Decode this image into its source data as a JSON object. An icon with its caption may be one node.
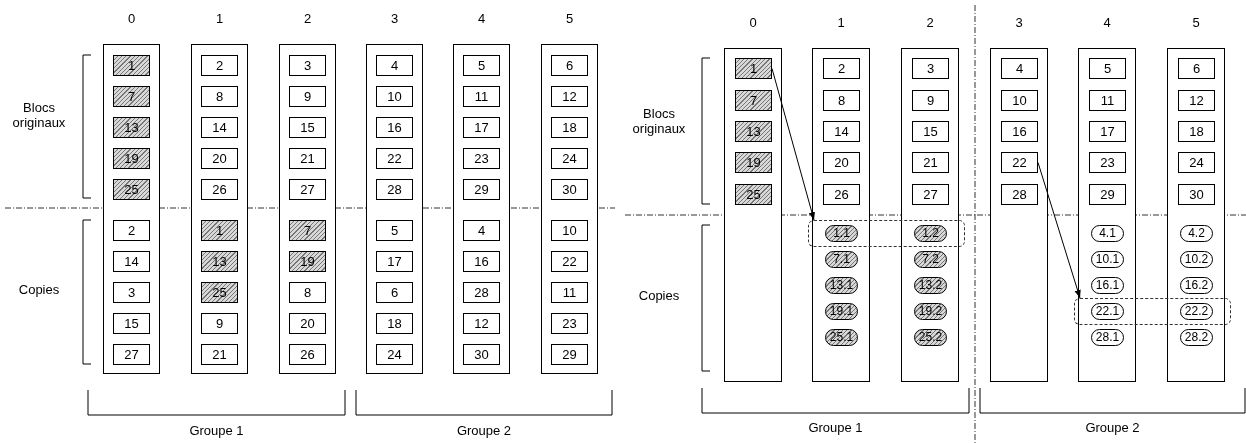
{
  "diagram": {
    "nodes": [
      {
        "text": [
          "0"
        ]
      },
      {
        "text": [
          "1"
        ],
        "in": 0
      },
      {
        "text": [
          "7"
        ],
        "in": 0
      },
      {
        "text": [
          "13"
        ],
        "in": 0
      },
      {
        "text": [
          "19"
        ],
        "in": 0
      },
      {
        "text": [
          "25"
        ],
        "in": 0
      },
      {
        "text": [
          "2"
        ],
        "in": 0
      },
      {
        "text": [
          "14"
        ],
        "in": 0
      },
      {
        "text": [
          "3"
        ],
        "in": 0
      },
      {
        "text": [
          "15"
        ],
        "in": 0
      },
      {
        "text": [
          "27"
        ],
        "in": 0
      },
      {
        "text": [
          "1"
        ]
      },
      {
        "text": [
          "2"
        ],
        "in": 11
      },
      {
        "text": [
          "8"
        ],
        "in": 11
      },
      {
        "text": [
          "14"
        ],
        "in": 11
      },
      {
        "text": [
          "20"
        ],
        "in": 11
      },
      {
        "text": [
          "26"
        ],
        "in": 11
      },
      {
        "text": [
          "1"
        ],
        "in": 11
      },
      {
        "text": [
          "13"
        ],
        "in": 11
      },
      {
        "text": [
          "25"
        ],
        "in": 11
      },
      {
        "text": [
          "9"
        ],
        "in": 11
      },
      {
        "text": [
          "21"
        ],
        "in": 11
      },
      {
        "text": [
          "2"
        ]
      },
      {
        "text": [
          "3"
        ],
        "in": 22
      },
      {
        "text": [
          "9"
        ],
        "in": 22
      },
      {
        "text": [
          "15"
        ],
        "in": 22
      },
      {
        "text": [
          "21"
        ],
        "in": 22
      },
      {
        "text": [
          "27"
        ],
        "in": 22
      },
      {
        "text": [
          "7"
        ],
        "in": 22
      },
      {
        "text": [
          "19"
        ],
        "in": 22
      },
      {
        "text": [
          "8"
        ],
        "in": 22
      },
      {
        "text": [
          "20"
        ],
        "in": 22
      },
      {
        "text": [
          "26"
        ],
        "in": 22
      },
      {
        "text": [
          "3"
        ]
      },
      {
        "text": [
          "4"
        ],
        "in": 33
      },
      {
        "text": [
          "10"
        ],
        "in": 33
      },
      {
        "text": [
          "16"
        ],
        "in": 33
      },
      {
        "text": [
          "22"
        ],
        "in": 33
      },
      {
        "text": [
          "28"
        ],
        "in": 33
      },
      {
        "text": [
          "5"
        ],
        "in": 33
      },
      {
        "text": [
          "17"
        ],
        "in": 33
      },
      {
        "text": [
          "6"
        ],
        "in": 33
      },
      {
        "text": [
          "18"
        ],
        "in": 33
      },
      {
        "text": [
          "24"
        ],
        "in": 33
      },
      {
        "text": [
          "4"
        ]
      },
      {
        "text": [
          "5"
        ],
        "in": 44
      },
      {
        "text": [
          "11"
        ],
        "in": 44
      },
      {
        "text": [
          "17"
        ],
        "in": 44
      },
      {
        "text": [
          "23"
        ],
        "in": 44
      },
      {
        "text": [
          "29"
        ],
        "in": 44
      },
      {
        "text": [
          "4"
        ],
        "in": 44
      },
      {
        "text": [
          "16"
        ],
        "in": 44
      },
      {
        "text": [
          "28"
        ],
        "in": 44
      },
      {
        "text": [
          "12"
        ],
        "in": 44
      },
      {
        "text": [
          "30"
        ],
        "in": 44
      },
      {
        "text": [
          "5"
        ]
      },
      {
        "text": [
          "6"
        ],
        "in": 55
      },
      {
        "text": [
          "12"
        ],
        "in": 55
      },
      {
        "text": [
          "18"
        ],
        "in": 55
      },
      {
        "text": [
          "24"
        ],
        "in": 55
      },
      {
        "text": [
          "30"
        ],
        "in": 55
      },
      {
        "text": [
          "10"
        ],
        "in": 55
      },
      {
        "text": [
          "22"
        ],
        "in": 55
      },
      {
        "text": [
          "11"
        ],
        "in": 55
      },
      {
        "text": [
          "23"
        ],
        "in": 55
      },
      {
        "text": [
          "29"
        ],
        "in": 55
      },
      {
        "text": [
          "0"
        ]
      },
      {
        "text": [
          "1"
        ],
        "in": 66
      },
      {
        "text": [
          "7"
        ],
        "in": 66
      },
      {
        "text": [
          "13"
        ],
        "in": 66
      },
      {
        "text": [
          "19"
        ],
        "in": 66
      },
      {
        "text": [
          "25"
        ],
        "in": 66
      },
      {
        "text": [
          "1"
        ]
      },
      {
        "text": [
          "2"
        ],
        "in": 72
      },
      {
        "text": [
          "8"
        ],
        "in": 72
      },
      {
        "text": [
          "14"
        ],
        "in": 72
      },
      {
        "text": [
          "20"
        ],
        "in": 72
      },
      {
        "text": [
          "26"
        ],
        "in": 72
      },
      {
        "text": [
          "1.1"
        ]
      },
      {
        "text": [
          "7.1"
        ],
        "in": 72
      },
      {
        "text": [
          "13.1"
        ],
        "in": 72
      },
      {
        "text": [
          "19.1"
        ],
        "in": 72
      },
      {
        "text": [
          "25.1"
        ],
        "in": 72
      },
      {
        "text": [
          "2"
        ]
      },
      {
        "text": [
          "3"
        ],
        "in": 83
      },
      {
        "text": [
          "9"
        ],
        "in": 83
      },
      {
        "text": [
          "15"
        ],
        "in": 83
      },
      {
        "text": [
          "21"
        ],
        "in": 83
      },
      {
        "text": [
          "27"
        ],
        "in": 83
      },
      {
        "text": [
          "1.2"
        ]
      },
      {
        "text": [
          "7.2"
        ],
        "in": 83
      },
      {
        "text": [
          "13.2"
        ],
        "in": 83
      },
      {
        "text": [
          "19.2"
        ],
        "in": 83
      },
      {
        "text": [
          "25.2"
        ],
        "in": 83
      },
      {
        "text": [
          "3"
        ]
      },
      {
        "text": [
          "4"
        ],
        "in": 94
      },
      {
        "text": [
          "10"
        ],
        "in": 94
      },
      {
        "text": [
          "16"
        ],
        "in": 94
      },
      {
        "text": [
          "22"
        ],
        "in": 94
      },
      {
        "text": [
          "28"
        ],
        "in": 94
      },
      {
        "text": [
          "4"
        ]
      },
      {
        "text": [
          "5"
        ],
        "in": 100
      },
      {
        "text": [
          "11"
        ],
        "in": 100
      },
      {
        "text": [
          "17"
        ],
        "in": 100
      },
      {
        "text": [
          "23"
        ],
        "in": 100
      },
      {
        "text": [
          "29"
        ],
        "in": 100
      },
      {
        "text": [
          "4.1"
        ],
        "in": 100
      },
      {
        "text": [
          "10.1"
        ],
        "in": 100
      },
      {
        "text": [
          "16.1"
        ],
        "in": 100
      },
      {
        "text": [
          "22.1"
        ]
      },
      {
        "text": [
          "28.1"
        ],
        "in": 100
      },
      {
        "text": [
          "5"
        ]
      },
      {
        "text": [
          "6"
        ],
        "in": 111
      },
      {
        "text": [
          "12"
        ],
        "in": 111
      },
      {
        "text": [
          "18"
        ],
        "in": 111
      },
      {
        "text": [
          "24"
        ],
        "in": 111
      },
      {
        "text": [
          "30"
        ],
        "in": 111
      },
      {
        "text": [
          "4.2"
        ],
        "in": 111
      },
      {
        "text": [
          "10.2"
        ],
        "in": 111
      },
      {
        "text": [
          "16.2"
        ],
        "in": 111
      },
      {
        "text": [
          "22.2"
        ]
      },
      {
        "text": [
          "28.2"
        ],
        "in": 111
      },
      {
        "text": [],
        "shape": "box"
      },
      {
        "text": [],
        "shape": "box"
      }
    ],
    "edges": [
      {
        "from": 67,
        "to": 122,
        "arrow": "to"
      },
      {
        "from": 98,
        "to": 123,
        "arrow": "to"
      }
    ],
    "labels": [
      "Blocs originaux",
      "Copies",
      "Groupe 1",
      "Groupe 2",
      "Blocs originaux",
      "Copies",
      "Groupe 1",
      "Groupe 2"
    ]
  }
}
